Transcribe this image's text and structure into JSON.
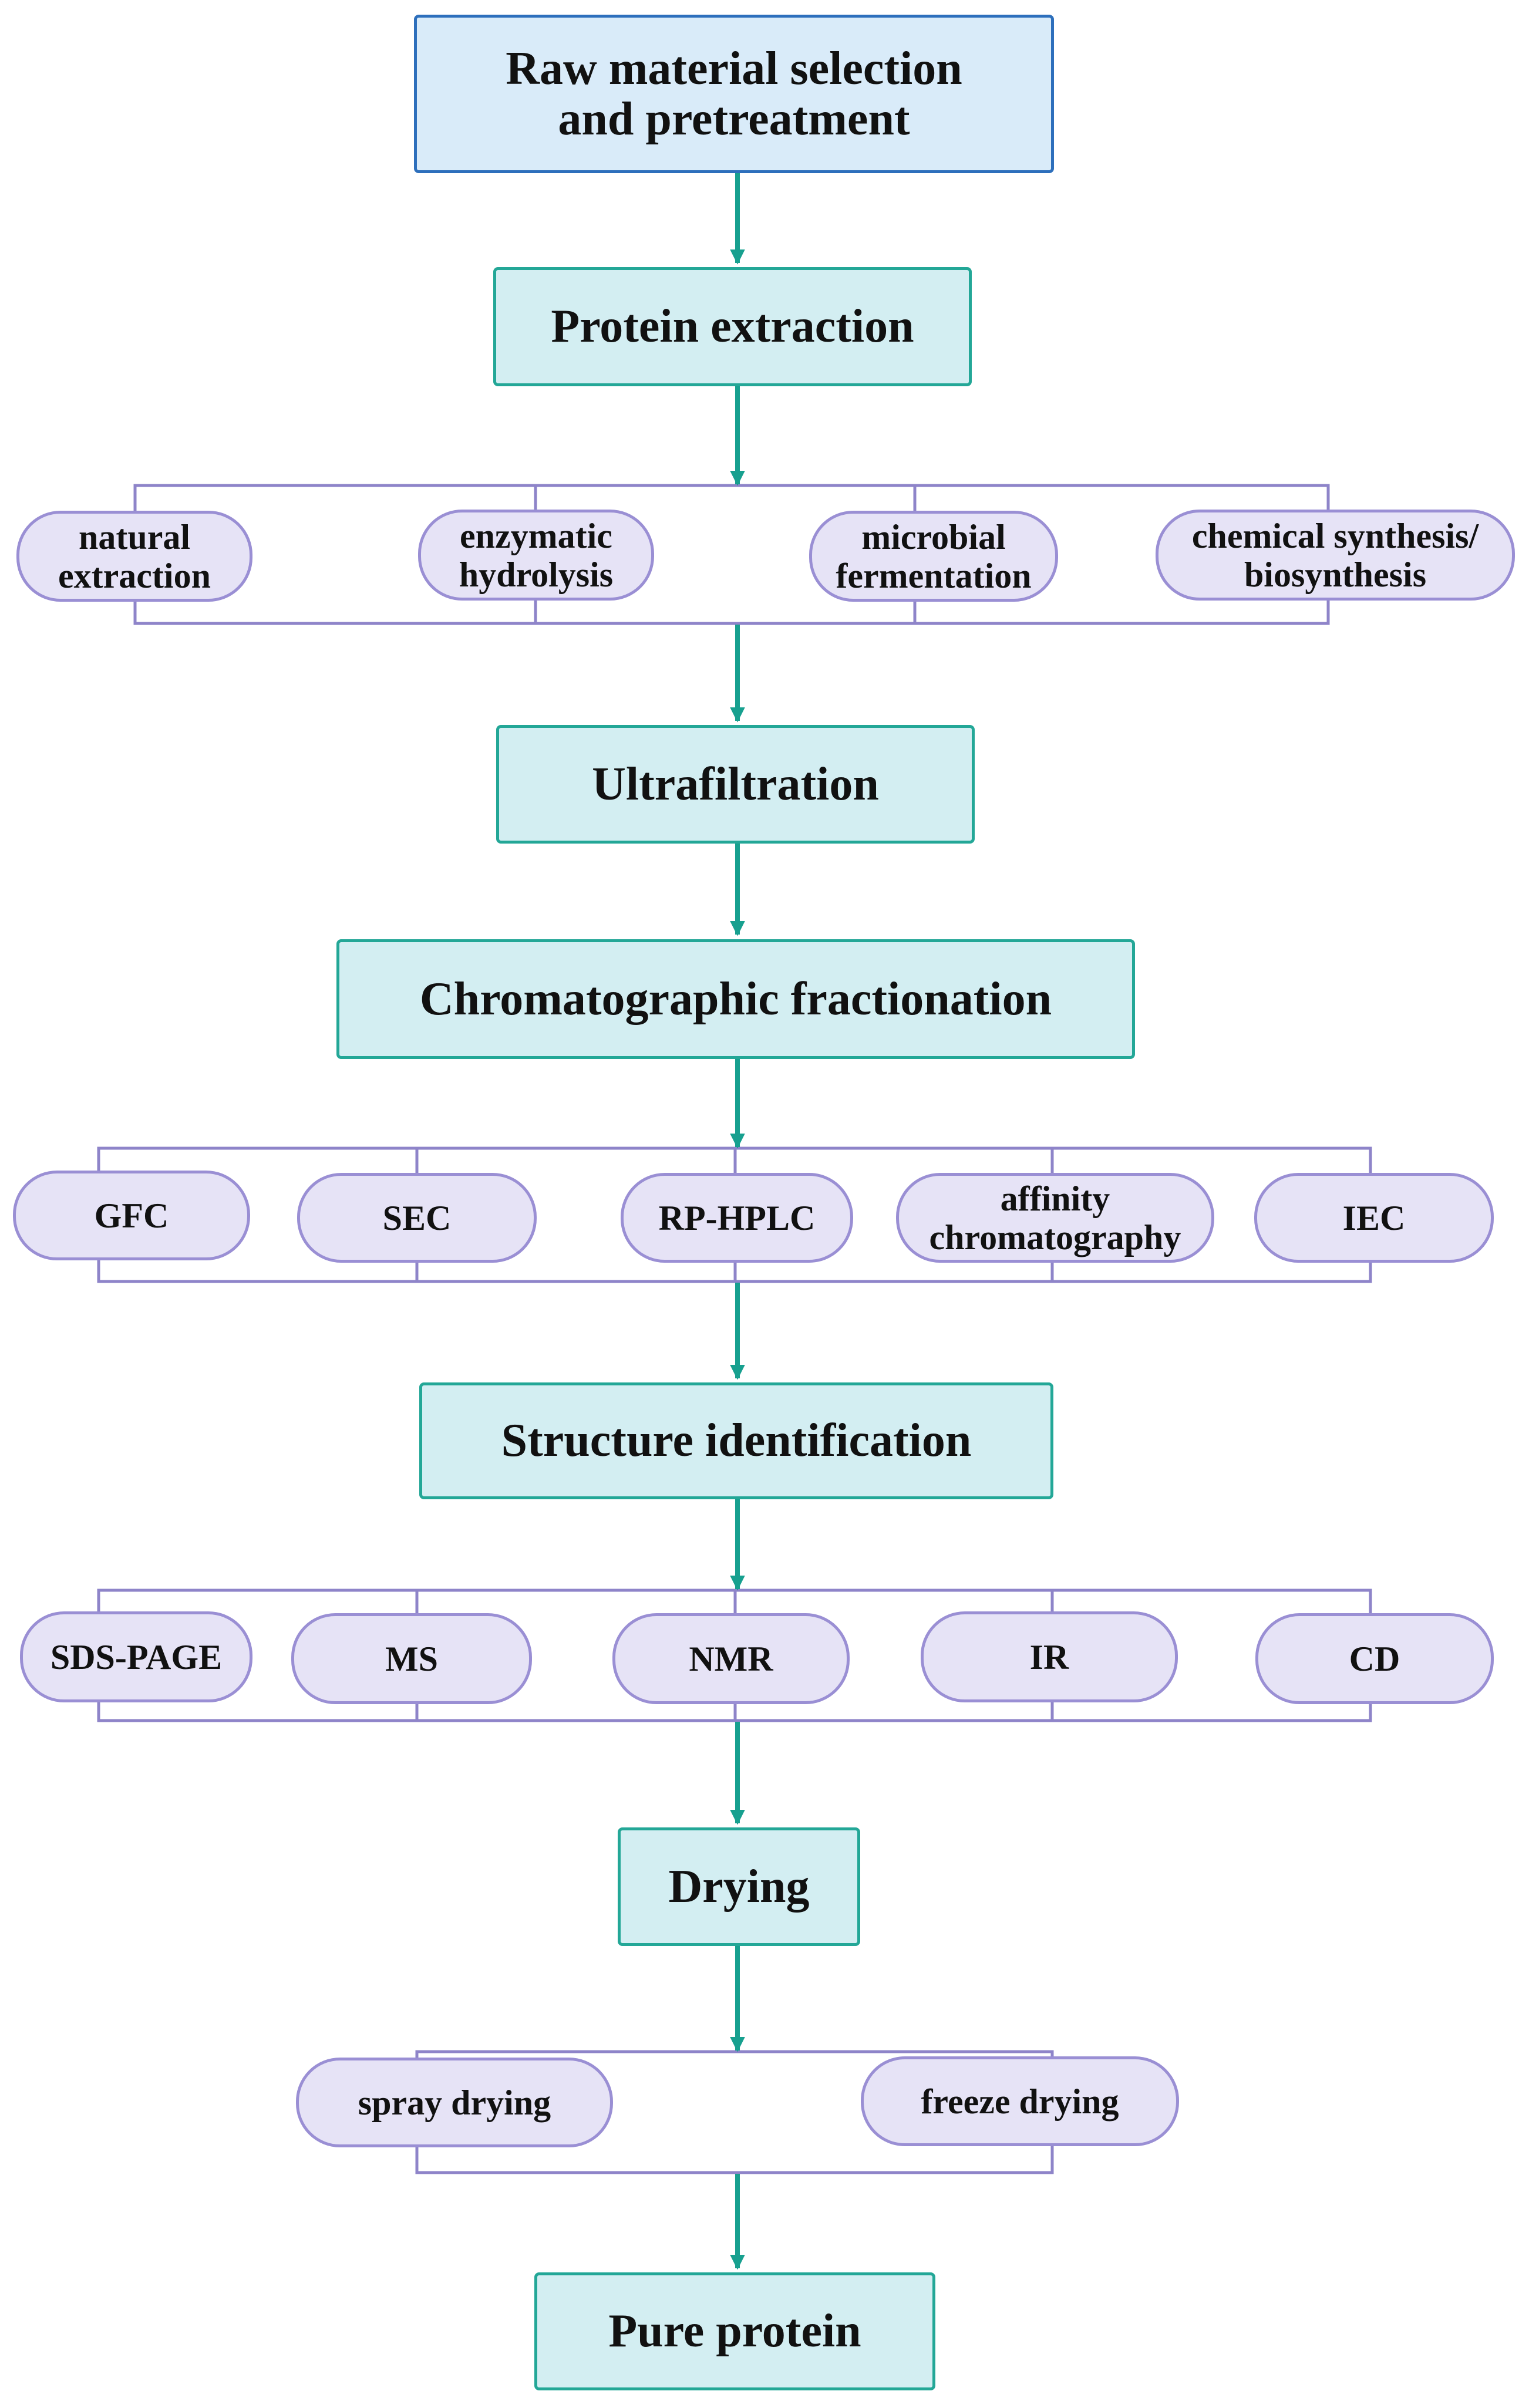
{
  "steps": {
    "raw_material": [
      "Raw material selection",
      "and pretreatment"
    ],
    "extraction": "Protein extraction",
    "ultrafiltration": "Ultrafiltration",
    "chromatography": "Chromatographic fractionation",
    "structure": "Structure identification",
    "drying": "Drying",
    "pure": "Pure protein"
  },
  "extraction_methods": [
    [
      "natural",
      "extraction"
    ],
    [
      "enzymatic",
      "hydrolysis"
    ],
    [
      "microbial",
      "fermentation"
    ],
    [
      "chemical synthesis/",
      "biosynthesis"
    ]
  ],
  "chromatography_methods": [
    [
      "GFC"
    ],
    [
      "SEC"
    ],
    [
      "RP-HPLC"
    ],
    [
      "affinity",
      "chromatography"
    ],
    [
      "IEC"
    ]
  ],
  "identification_methods": [
    [
      "SDS-PAGE"
    ],
    [
      "MS"
    ],
    [
      "NMR"
    ],
    [
      "IR"
    ],
    [
      "CD"
    ]
  ],
  "drying_methods": [
    [
      "spray drying"
    ],
    [
      "freeze drying"
    ]
  ],
  "colors": {
    "step_fill": "#d3eef2",
    "step_border": "#23a797",
    "first_step_fill": "#d9ebf9",
    "first_step_border": "#2d6fbc",
    "method_fill": "#e6e3f6",
    "method_border": "#9a8fd4",
    "arrow": "#17a08f",
    "bracket": "#8e84c9"
  }
}
